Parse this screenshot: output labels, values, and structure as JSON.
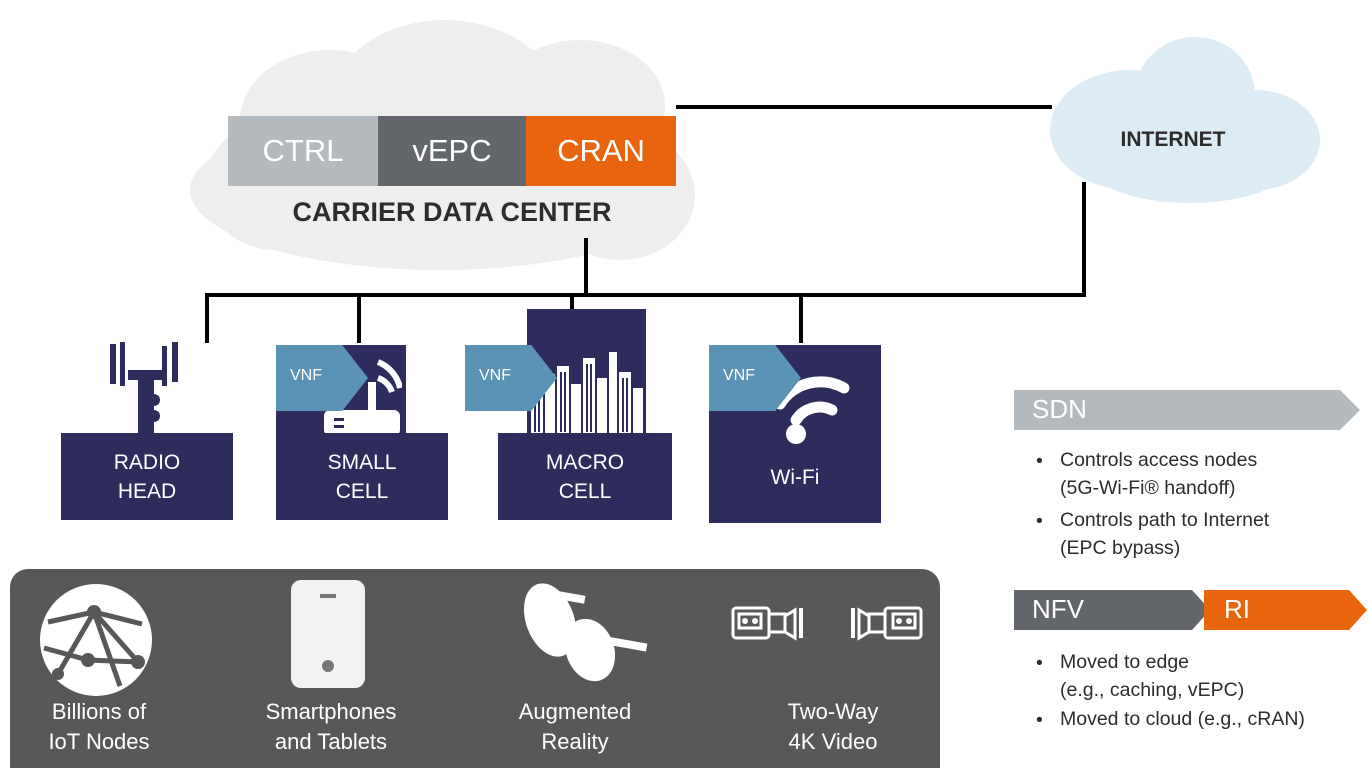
{
  "data_center": {
    "blocks": [
      {
        "label": "CTRL",
        "color": "#b4b9bd"
      },
      {
        "label": "vEPC",
        "color": "#63666b"
      },
      {
        "label": "CRAN",
        "color": "#e8650e"
      }
    ],
    "title": "CARRIER DATA CENTER"
  },
  "internet": {
    "label": "INTERNET"
  },
  "nodes": [
    {
      "label": "RADIO\nHEAD",
      "vnf": ""
    },
    {
      "label": "SMALL\nCELL",
      "vnf": "VNF"
    },
    {
      "label": "MACRO\nCELL",
      "vnf": "VNF"
    },
    {
      "label": "Wi-Fi",
      "vnf": "VNF"
    }
  ],
  "devices": [
    {
      "label": "Billions of\nIoT Nodes",
      "icon": "globe-network-icon"
    },
    {
      "label": "Smartphones\nand Tablets",
      "icon": "smartphone-icon"
    },
    {
      "label": "Augmented\nReality",
      "icon": "ar-glasses-icon"
    },
    {
      "label": "Two-Way\n4K Video",
      "icon": "video-camera-icon"
    }
  ],
  "legend": {
    "sdn": {
      "label": "SDN",
      "bullets": [
        {
          "line1": "Controls access nodes",
          "line2": "(5G-Wi-Fi® handoff)"
        },
        {
          "line1": "Controls path to Internet",
          "line2": "(EPC bypass)"
        }
      ]
    },
    "nfv": {
      "label": "NFV"
    },
    "ri": {
      "label": "RI"
    },
    "nfv_bullets": [
      {
        "line1": "Moved to edge",
        "line2": "(e.g., caching, vEPC)"
      },
      {
        "line1": "Moved to cloud (e.g., cRAN)",
        "line2": ""
      }
    ]
  },
  "colors": {
    "navy": "#2e2c5c",
    "vnf_blue": "#5a93b5",
    "orange": "#e8650e",
    "gray_dark": "#63666b",
    "gray_light": "#b4b9bd",
    "panel": "#585858",
    "cloud": "#eeeeee",
    "internet_cloud": "#dcebf4"
  }
}
